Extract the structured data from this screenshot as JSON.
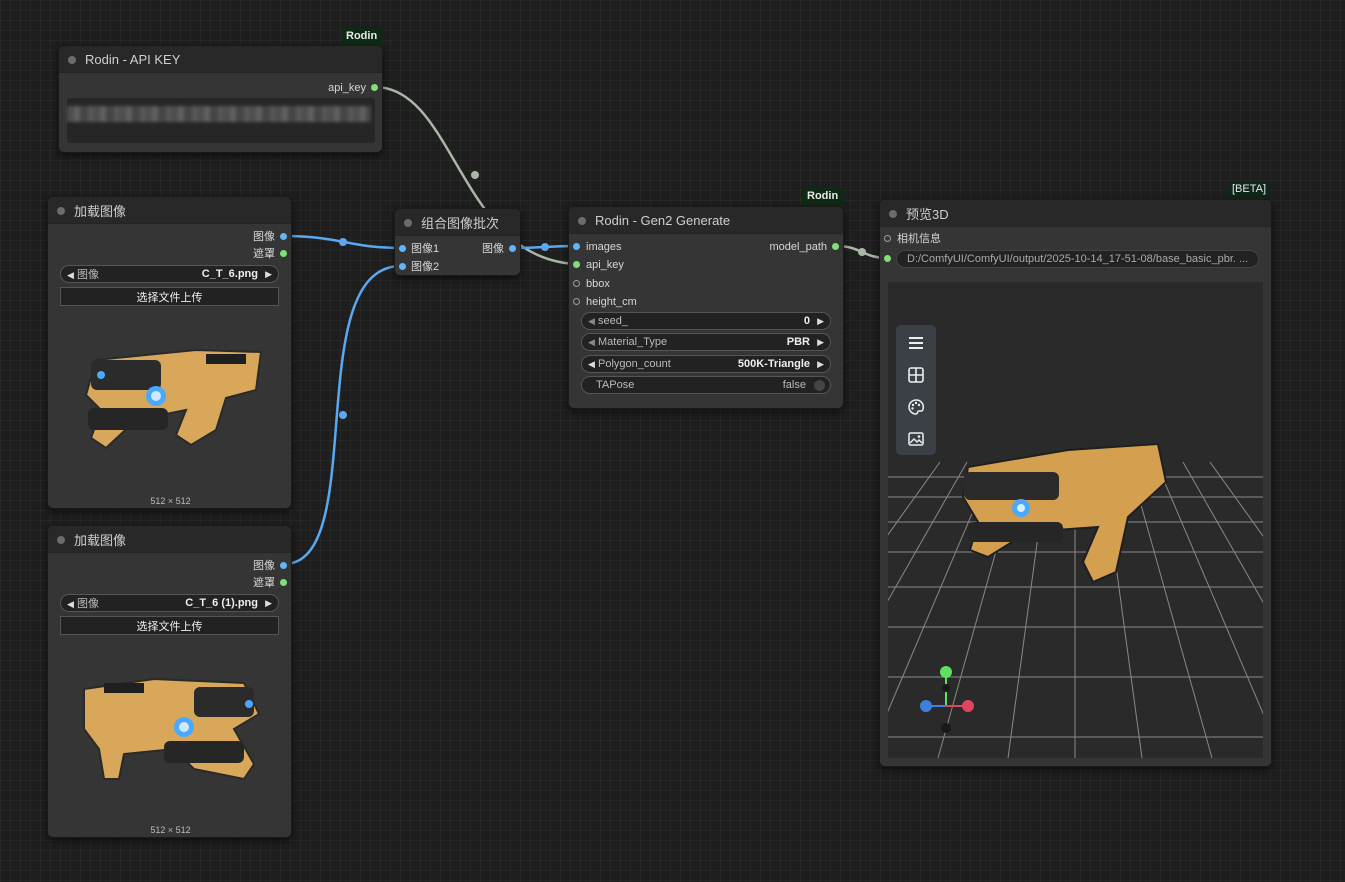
{
  "nodes": {
    "api_key_node": {
      "title": "Rodin - API KEY",
      "badge": "Rodin",
      "output": "api_key"
    },
    "load_image_1": {
      "title": "加载图像",
      "outputs": [
        "图像",
        "遮罩"
      ],
      "combo_label": "图像",
      "combo_value": "C_T_6.png",
      "upload_label": "选择文件上传",
      "dimensions": "512 × 512"
    },
    "load_image_2": {
      "title": "加载图像",
      "outputs": [
        "图像",
        "遮罩"
      ],
      "combo_label": "图像",
      "combo_value": "C_T_6 (1).png",
      "upload_label": "选择文件上传",
      "dimensions": "512 × 512"
    },
    "batch_node": {
      "title": "组合图像批次",
      "inputs": [
        "图像1",
        "图像2"
      ],
      "output": "图像"
    },
    "gen2_node": {
      "title": "Rodin - Gen2 Generate",
      "badge": "Rodin",
      "inputs": [
        "images",
        "api_key",
        "bbox",
        "height_cm"
      ],
      "output": "model_path",
      "widgets": {
        "seed_label": "seed_",
        "seed_value": "0",
        "material_label": "Material_Type",
        "material_value": "PBR",
        "polygon_label": "Polygon_count",
        "polygon_value": "500K-Triangle",
        "tapose_label": "TAPose",
        "tapose_value": "false"
      }
    },
    "preview3d_node": {
      "title": "预览3D",
      "badge": "[BETA]",
      "camera_input": "相机信息",
      "path_value": "D:/ComfyUI/ComfyUI/output/2025-10-14_17-51-08/base_basic_pbr. ...",
      "toolbar_icons": [
        "menu-icon",
        "grid-icon",
        "palette-icon",
        "image-icon"
      ]
    }
  },
  "colors": {
    "image_link": "#5aa9f0",
    "api_link": "#a9b8a6",
    "badge_bg": "#0f2a14",
    "node_bg": "#353535",
    "canvas_bg": "#1e1e1e"
  }
}
